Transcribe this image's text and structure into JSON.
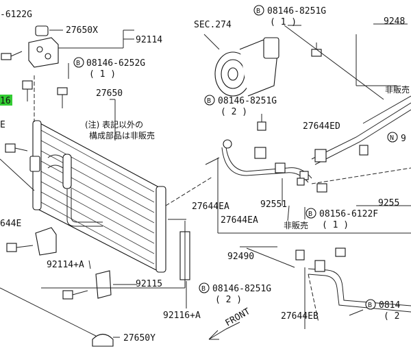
{
  "labels": {
    "p_6122g": "-6122G",
    "p_27650x": "27650X",
    "p_92114": "92114",
    "p_6252g": "08146-6252G",
    "p_6252g_qty": "( 1 )",
    "p_16": "16",
    "p_27650": "27650",
    "note_line1": "(注) 表記以外の",
    "note_line2": "構成部品は非販売",
    "p_e": "E",
    "p_644e": "644E",
    "p_92114a": "92114+A",
    "p_92115": "92115",
    "p_92116a": "92116+A",
    "p_27650y": "27650Y",
    "sec274": "SEC.274",
    "p_8251g_top": "08146-8251G",
    "p_8251g_top_qty": "( 1 )",
    "p_9248": "9248",
    "hihanbai_top": "非販売",
    "p_8251g_mid": "08146-8251G",
    "p_8251g_mid_qty": "( 2 )",
    "p_27644ed": "27644ED",
    "n_label": "N",
    "p_9": "9",
    "p_27644ea_1": "27644EA",
    "p_92551": "92551",
    "p_9255": "9255",
    "p_27644ea_2": "27644EA",
    "p_6122f": "08156-6122F",
    "p_6122f_qty": "( 1 )",
    "hihanbai_mid": "非販売",
    "p_92490": "92490",
    "p_8251g_bot": "08146-8251G",
    "p_8251g_bot_qty": "( 2 )",
    "p_0814": "0814",
    "p_0814_qty": "( 2",
    "p_27644eb": "27644EB",
    "front": "FRONT",
    "b_mark": "B"
  },
  "colors": {
    "highlight": "#33cc33",
    "line": "#222222"
  }
}
